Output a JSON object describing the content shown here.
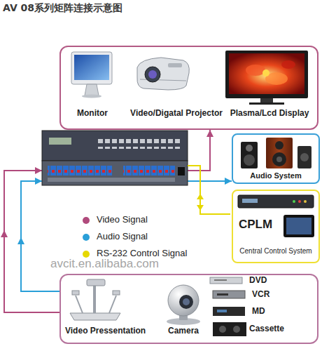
{
  "diagram": {
    "title": "AV 08系列矩阵连接示意图",
    "nodes": [
      {
        "text": [
          "Monitor",
          "Video/Digatal Projector",
          "Plasma/Lcd Display"
        ]
      },
      {
        "text": [
          "Audio System"
        ]
      },
      {
        "text": [
          "CPLM",
          "Central Control System"
        ]
      },
      {
        "text": [
          "Video Pressentation",
          "Camera",
          "DVD",
          "VCR",
          "MD",
          "Cassette"
        ]
      }
    ],
    "edges": [
      {
        "from": 3,
        "to": 0,
        "arrow": "to"
      },
      {
        "from": 3,
        "to": 1,
        "arrow": "to"
      }
    ],
    "labels": [
      "avcit.en.alibaba.com"
    ],
    "legend": [
      {
        "text": "Video Signal",
        "color": "#b04a7c"
      },
      {
        "text": "Audio Signal",
        "color": "#2a9fd8"
      },
      {
        "text": "RS-232 Control Signal",
        "color": "#e6d800"
      }
    ]
  }
}
